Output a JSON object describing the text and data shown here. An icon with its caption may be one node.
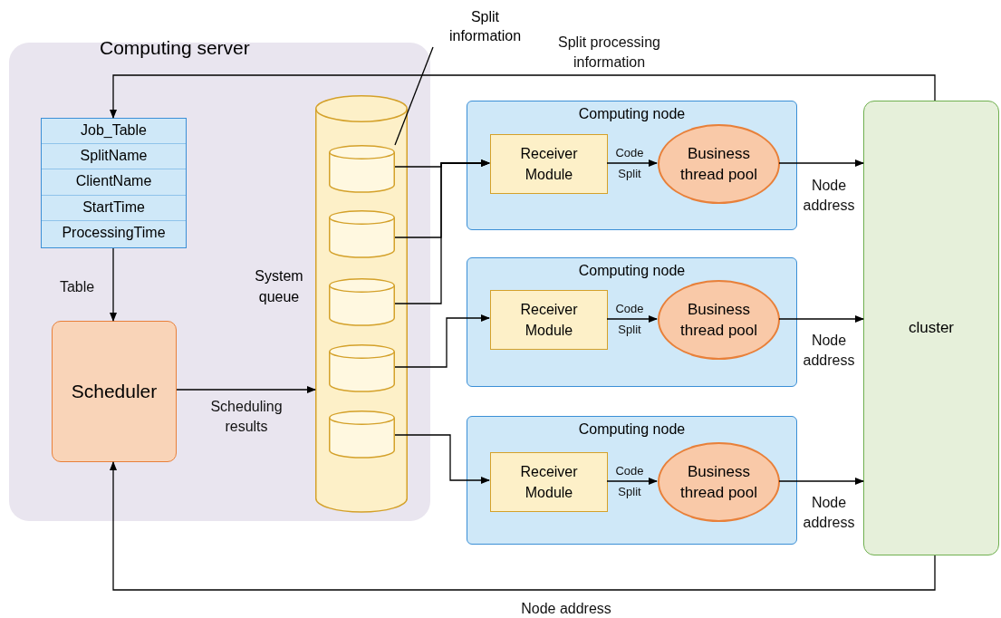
{
  "diagram": {
    "nodes": [
      {
        "text": [
          "Computing server"
        ]
      },
      {
        "text": [
          "Job_Table",
          "SplitName",
          "ClientName",
          "StartTime",
          "ProcessingTime"
        ],
        "in": 0
      },
      {
        "text": [
          "Scheduler"
        ],
        "in": 0
      },
      {
        "text": [
          "System queue"
        ],
        "in": 0
      },
      {
        "text": [],
        "shape": "cylinder",
        "in": 3
      },
      {
        "text": [],
        "shape": "cylinder",
        "in": 3
      },
      {
        "text": [],
        "shape": "cylinder",
        "in": 3
      },
      {
        "text": [],
        "shape": "cylinder",
        "in": 3
      },
      {
        "text": [],
        "shape": "cylinder",
        "in": 3
      },
      {
        "text": [
          "Split information"
        ]
      },
      {
        "text": [
          "Computing node"
        ]
      },
      {
        "text": [
          "Receiver Module"
        ],
        "in": 10
      },
      {
        "text": [
          "Business thread pool"
        ],
        "in": 10
      },
      {
        "text": [
          "Computing node"
        ]
      },
      {
        "text": [
          "Receiver Module"
        ],
        "in": 13
      },
      {
        "text": [
          "Business thread pool"
        ],
        "in": 13
      },
      {
        "text": [
          "Computing node"
        ]
      },
      {
        "text": [
          "Receiver Module"
        ],
        "in": 16
      },
      {
        "text": [
          "Business thread pool"
        ],
        "in": 16
      },
      {
        "text": [
          "cluster"
        ]
      }
    ],
    "edges": [
      {
        "from": 19,
        "to": 1,
        "arrow": "to",
        "label": "Split processing information"
      },
      {
        "from": 1,
        "to": 2,
        "arrow": "to",
        "label": "Table"
      },
      {
        "from": 2,
        "to": 3,
        "arrow": "to",
        "label": "Scheduling results"
      },
      {
        "from": 19,
        "to": 2,
        "arrow": "to",
        "label": "Node address"
      },
      {
        "from": 9,
        "to": 4,
        "arrow": "none"
      },
      {
        "from": 4,
        "to": 11,
        "arrow": "to"
      },
      {
        "from": 5,
        "to": 11,
        "arrow": "to"
      },
      {
        "from": 6,
        "to": 11,
        "arrow": "to"
      },
      {
        "from": 7,
        "to": 14,
        "arrow": "to"
      },
      {
        "from": 8,
        "to": 17,
        "arrow": "to"
      },
      {
        "from": 11,
        "to": 12,
        "arrow": "to",
        "label": "Code Split"
      },
      {
        "from": 14,
        "to": 15,
        "arrow": "to",
        "label": "Code Split"
      },
      {
        "from": 17,
        "to": 18,
        "arrow": "to",
        "label": "Code Split"
      },
      {
        "from": 12,
        "to": 19,
        "arrow": "to",
        "label": "Node address"
      },
      {
        "from": 15,
        "to": 19,
        "arrow": "to",
        "label": "Node address"
      },
      {
        "from": 18,
        "to": 19,
        "arrow": "to",
        "label": "Node address"
      }
    ]
  }
}
